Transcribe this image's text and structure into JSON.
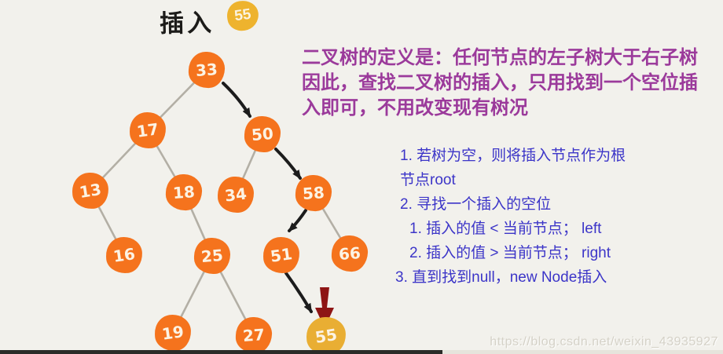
{
  "page": {
    "background": "#f2f1ec"
  },
  "title": {
    "text": "插入",
    "badge": "55"
  },
  "tree": {
    "node_color": "#f5731d",
    "highlight_node_color": "#e9ae33",
    "edge_color": "#b3afa5",
    "arrow_color": "#1c1c1c",
    "pointer_arrow_color": "#8e1515",
    "nodes": [
      {
        "value": "33"
      },
      {
        "value": "17"
      },
      {
        "value": "50"
      },
      {
        "value": "13"
      },
      {
        "value": "18"
      },
      {
        "value": "34"
      },
      {
        "value": "58"
      },
      {
        "value": "16"
      },
      {
        "value": "25"
      },
      {
        "value": "51"
      },
      {
        "value": "66"
      },
      {
        "value": "19"
      },
      {
        "value": "27"
      },
      {
        "value": "55",
        "highlight": true
      }
    ],
    "edges": [
      "33-17",
      "17-13",
      "17-18",
      "50-34",
      "13-16",
      "18-25",
      "58-66",
      "25-19",
      "25-27"
    ],
    "insertion_path": [
      "33→50",
      "50→58",
      "58→51",
      "51→55"
    ]
  },
  "definition": {
    "color": "#9b3a9b",
    "lines": [
      "二叉树的定义是：任何节点的左子树大于右子树",
      "因此，查找二叉树的插入，只用找到一个空位插",
      "入即可，不用改变现有树况"
    ]
  },
  "steps": {
    "color": "#3c35c8",
    "lines": [
      "1. 若树为空，则将插入节点作为根",
      "节点root",
      "2. 寻找一个插入的空位",
      "1. 插入的值 < 当前节点； left",
      "2. 插入的值 > 当前节点； right",
      "3. 直到找到null，new Node插入"
    ]
  },
  "watermark": "https://blog.csdn.net/weixin_43935927"
}
